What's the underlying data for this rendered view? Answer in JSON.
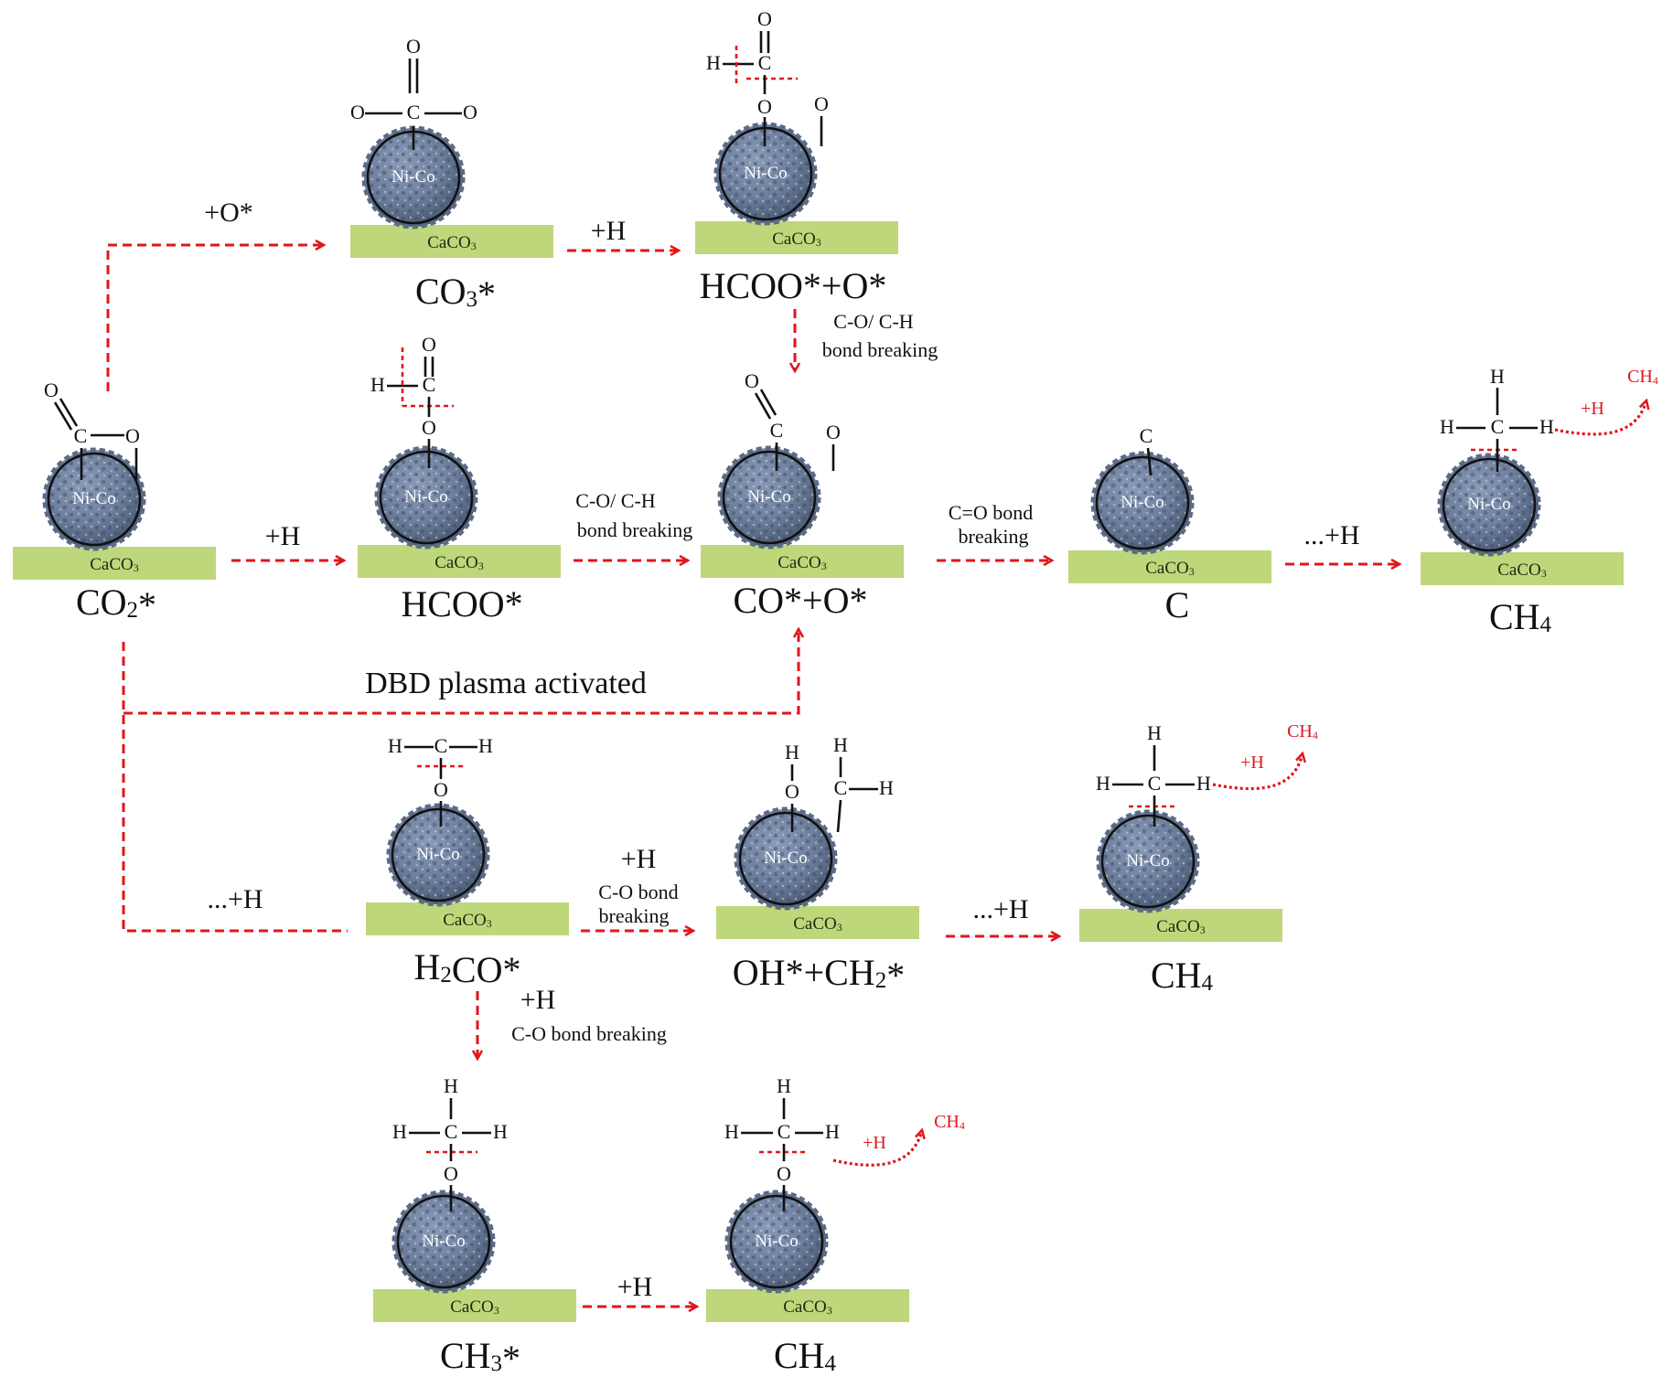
{
  "colors": {
    "arrow": "#e0161b",
    "support": "#bed77a",
    "particle": "#6d7f9d",
    "particle_dark": "#3f4c63",
    "bond": "#111111"
  },
  "icons": [
    "ni-co-nanoparticle-icon",
    "caco3-support-icon"
  ],
  "atoms": {
    "O": "O",
    "C": "C",
    "H": "H"
  },
  "particle_label": "Ni-Co",
  "support_label": "CaCO3",
  "species": {
    "co2": "CO2*",
    "co3": "CO3*",
    "hcoo_o": "HCOO*+O*",
    "hcoo": "HCOO*",
    "co_o": "CO*+O*",
    "c": "C",
    "ch4": "CH4",
    "h2co": "H2CO*",
    "oh_ch2": "OH*+CH2*",
    "ch3": "CH3*"
  },
  "steps": {
    "plus_o": "+O*",
    "plus_h": "+H",
    "dots_plus_h": "...+H",
    "co_ch_break_1": "C-O/ C-H",
    "co_ch_break_2": "bond breaking",
    "c_eq_o_1": "C=O bond",
    "c_eq_o_2": "breaking",
    "co_bond_1": "C-O bond",
    "co_bond_2": "breaking",
    "co_bond_breaking": "C-O bond breaking",
    "plasma": "DBD plasma activated"
  },
  "products": {
    "ch4": "CH4",
    "plus_h": "+H"
  }
}
